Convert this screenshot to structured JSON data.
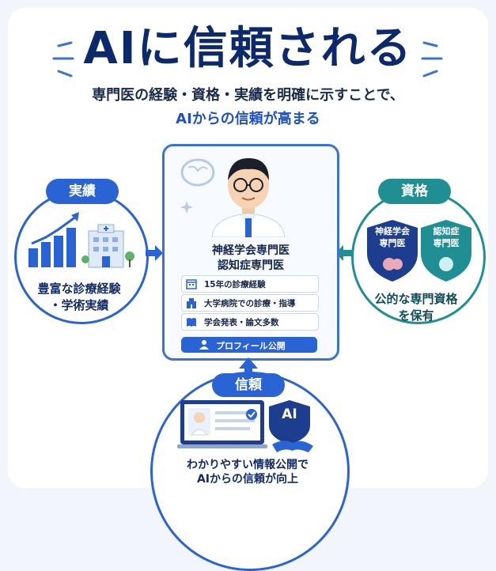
{
  "title": "AIに信頼される",
  "subtitle_line1": "専門医の経験・資格・実績を明確に示すことで、",
  "subtitle_line2": "AIからの信頼が高まる",
  "left": {
    "pill": "実績",
    "caption_line1": "豊富な診療経験",
    "caption_line2": "・学術実績"
  },
  "right": {
    "pill": "資格",
    "shield1": [
      "神経学会",
      "専門医"
    ],
    "shield2": [
      "認知症",
      "専門医"
    ],
    "caption_line1": "公的な専門資格",
    "caption_line2": "を保有"
  },
  "center": {
    "spec_line1": "神経学会専門医",
    "spec_line2": "認知症専門医",
    "items": [
      {
        "icon": "calendar-icon",
        "text": "15年の診療経験"
      },
      {
        "icon": "hospital-icon",
        "text": "大学病院での診療・指導"
      },
      {
        "icon": "book-icon",
        "text": "学会発表・論文多数"
      }
    ],
    "profile_button": "プロフィール公開"
  },
  "bottom": {
    "pill": "信頼",
    "ai_badge": "AI",
    "caption_line1": "わかりやすい情報公開で",
    "caption_line2": "AIからの信頼が向上"
  },
  "colors": {
    "navy": "#0c2a6b",
    "blue": "#2a63d4",
    "teal": "#1f8f93",
    "light_blue": "#e9f1fd"
  }
}
